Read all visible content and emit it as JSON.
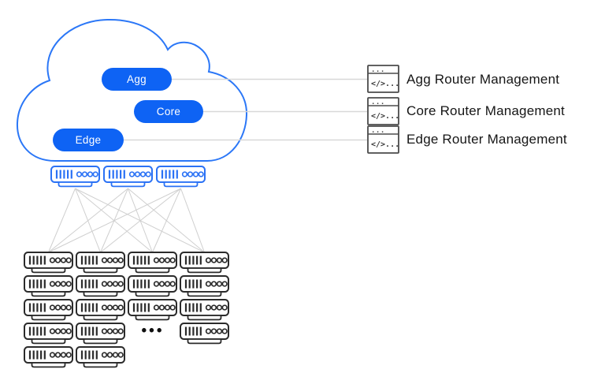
{
  "cloud": {
    "tiers": [
      {
        "id": "agg",
        "label": "Agg"
      },
      {
        "id": "core",
        "label": "Core"
      },
      {
        "id": "edge",
        "label": "Edge"
      }
    ]
  },
  "management": {
    "items": [
      {
        "id": "agg",
        "label": "Agg Router Management"
      },
      {
        "id": "core",
        "label": "Core Router Management"
      },
      {
        "id": "edge",
        "label": "Edge Router Management"
      }
    ]
  },
  "icons": {
    "terminal": {
      "titlebar_dots": "...",
      "code_glyph": "</>..."
    },
    "router": "rack-router-icon"
  },
  "spine": {
    "router_count": 3
  },
  "grid": {
    "columns": 4,
    "rows": [
      [
        0,
        1,
        2,
        3
      ],
      [
        0,
        1,
        2,
        3
      ],
      [
        0,
        1,
        2,
        3
      ],
      [
        0,
        1,
        3
      ],
      [
        0,
        1
      ]
    ],
    "ellipsis": "•••"
  },
  "links": {
    "spine_to_leaf": "full-mesh"
  },
  "colors": {
    "pill_blue": "#0e63f4",
    "cloud_stroke": "#2b77f7",
    "router_blue": "#2b72f5",
    "router_dark": "#2b2b2b",
    "terminal_stroke": "#4b4b4b",
    "link_gray": "#d8d8d8",
    "fan_gray": "#cfcfcf",
    "label_text": "#161616"
  }
}
